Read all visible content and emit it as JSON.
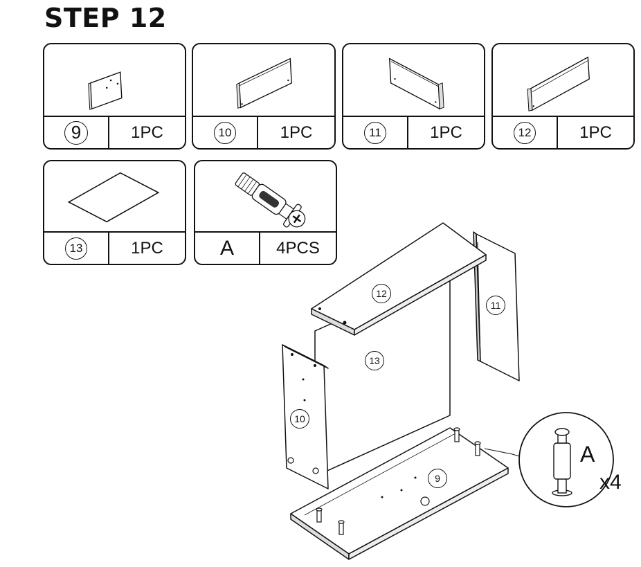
{
  "step_title": "STEP 12",
  "parts": [
    {
      "id": "9",
      "qty": "1PC"
    },
    {
      "id": "10",
      "qty": "1PC"
    },
    {
      "id": "11",
      "qty": "1PC"
    },
    {
      "id": "12",
      "qty": "1PC"
    },
    {
      "id": "13",
      "qty": "1PC"
    },
    {
      "id": "A",
      "qty": "4PCS"
    }
  ],
  "assembly_labels": {
    "p9": "9",
    "p10": "10",
    "p11": "11",
    "p12": "12",
    "p13": "13"
  },
  "detail": {
    "letter": "A",
    "count": "x4"
  }
}
